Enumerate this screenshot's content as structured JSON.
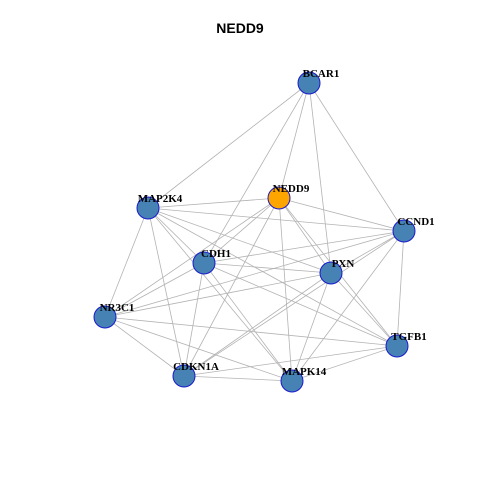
{
  "title": "NEDD9",
  "colors": {
    "node_default": "#4682b4",
    "node_focus": "#ffa500",
    "node_border": "#1a1acd",
    "edge": "#b3b3b3"
  },
  "nodes": [
    {
      "id": "BCAR1",
      "label": "BCAR1",
      "focus": false
    },
    {
      "id": "NEDD9",
      "label": "NEDD9",
      "focus": true
    },
    {
      "id": "MAP2K4",
      "label": "MAP2K4",
      "focus": false
    },
    {
      "id": "CCND1",
      "label": "CCND1",
      "focus": false
    },
    {
      "id": "CDH1",
      "label": "CDH1",
      "focus": false
    },
    {
      "id": "PXN",
      "label": "PXN",
      "focus": false
    },
    {
      "id": "NR3C1",
      "label": "NR3C1",
      "focus": false
    },
    {
      "id": "TGFB1",
      "label": "TGFB1",
      "focus": false
    },
    {
      "id": "CDKN1A",
      "label": "CDKN1A",
      "focus": false
    },
    {
      "id": "MAPK14",
      "label": "MAPK14",
      "focus": false
    }
  ],
  "edges": [
    [
      "BCAR1",
      "MAP2K4"
    ],
    [
      "BCAR1",
      "NEDD9"
    ],
    [
      "BCAR1",
      "CDH1"
    ],
    [
      "BCAR1",
      "PXN"
    ],
    [
      "BCAR1",
      "CCND1"
    ],
    [
      "NEDD9",
      "MAP2K4"
    ],
    [
      "NEDD9",
      "CCND1"
    ],
    [
      "NEDD9",
      "CDH1"
    ],
    [
      "NEDD9",
      "PXN"
    ],
    [
      "NEDD9",
      "CDKN1A"
    ],
    [
      "NEDD9",
      "MAPK14"
    ],
    [
      "NEDD9",
      "TGFB1"
    ],
    [
      "NEDD9",
      "NR3C1"
    ],
    [
      "MAP2K4",
      "CCND1"
    ],
    [
      "MAP2K4",
      "CDH1"
    ],
    [
      "MAP2K4",
      "PXN"
    ],
    [
      "MAP2K4",
      "NR3C1"
    ],
    [
      "MAP2K4",
      "CDKN1A"
    ],
    [
      "MAP2K4",
      "MAPK14"
    ],
    [
      "MAP2K4",
      "TGFB1"
    ],
    [
      "CCND1",
      "CDH1"
    ],
    [
      "CCND1",
      "PXN"
    ],
    [
      "CCND1",
      "NR3C1"
    ],
    [
      "CCND1",
      "TGFB1"
    ],
    [
      "CCND1",
      "CDKN1A"
    ],
    [
      "CCND1",
      "MAPK14"
    ],
    [
      "CDH1",
      "PXN"
    ],
    [
      "CDH1",
      "NR3C1"
    ],
    [
      "CDH1",
      "TGFB1"
    ],
    [
      "CDH1",
      "CDKN1A"
    ],
    [
      "CDH1",
      "MAPK14"
    ],
    [
      "PXN",
      "NR3C1"
    ],
    [
      "PXN",
      "TGFB1"
    ],
    [
      "PXN",
      "CDKN1A"
    ],
    [
      "PXN",
      "MAPK14"
    ],
    [
      "NR3C1",
      "CDKN1A"
    ],
    [
      "NR3C1",
      "MAPK14"
    ],
    [
      "NR3C1",
      "TGFB1"
    ],
    [
      "TGFB1",
      "CDKN1A"
    ],
    [
      "TGFB1",
      "MAPK14"
    ],
    [
      "CDKN1A",
      "MAPK14"
    ]
  ]
}
